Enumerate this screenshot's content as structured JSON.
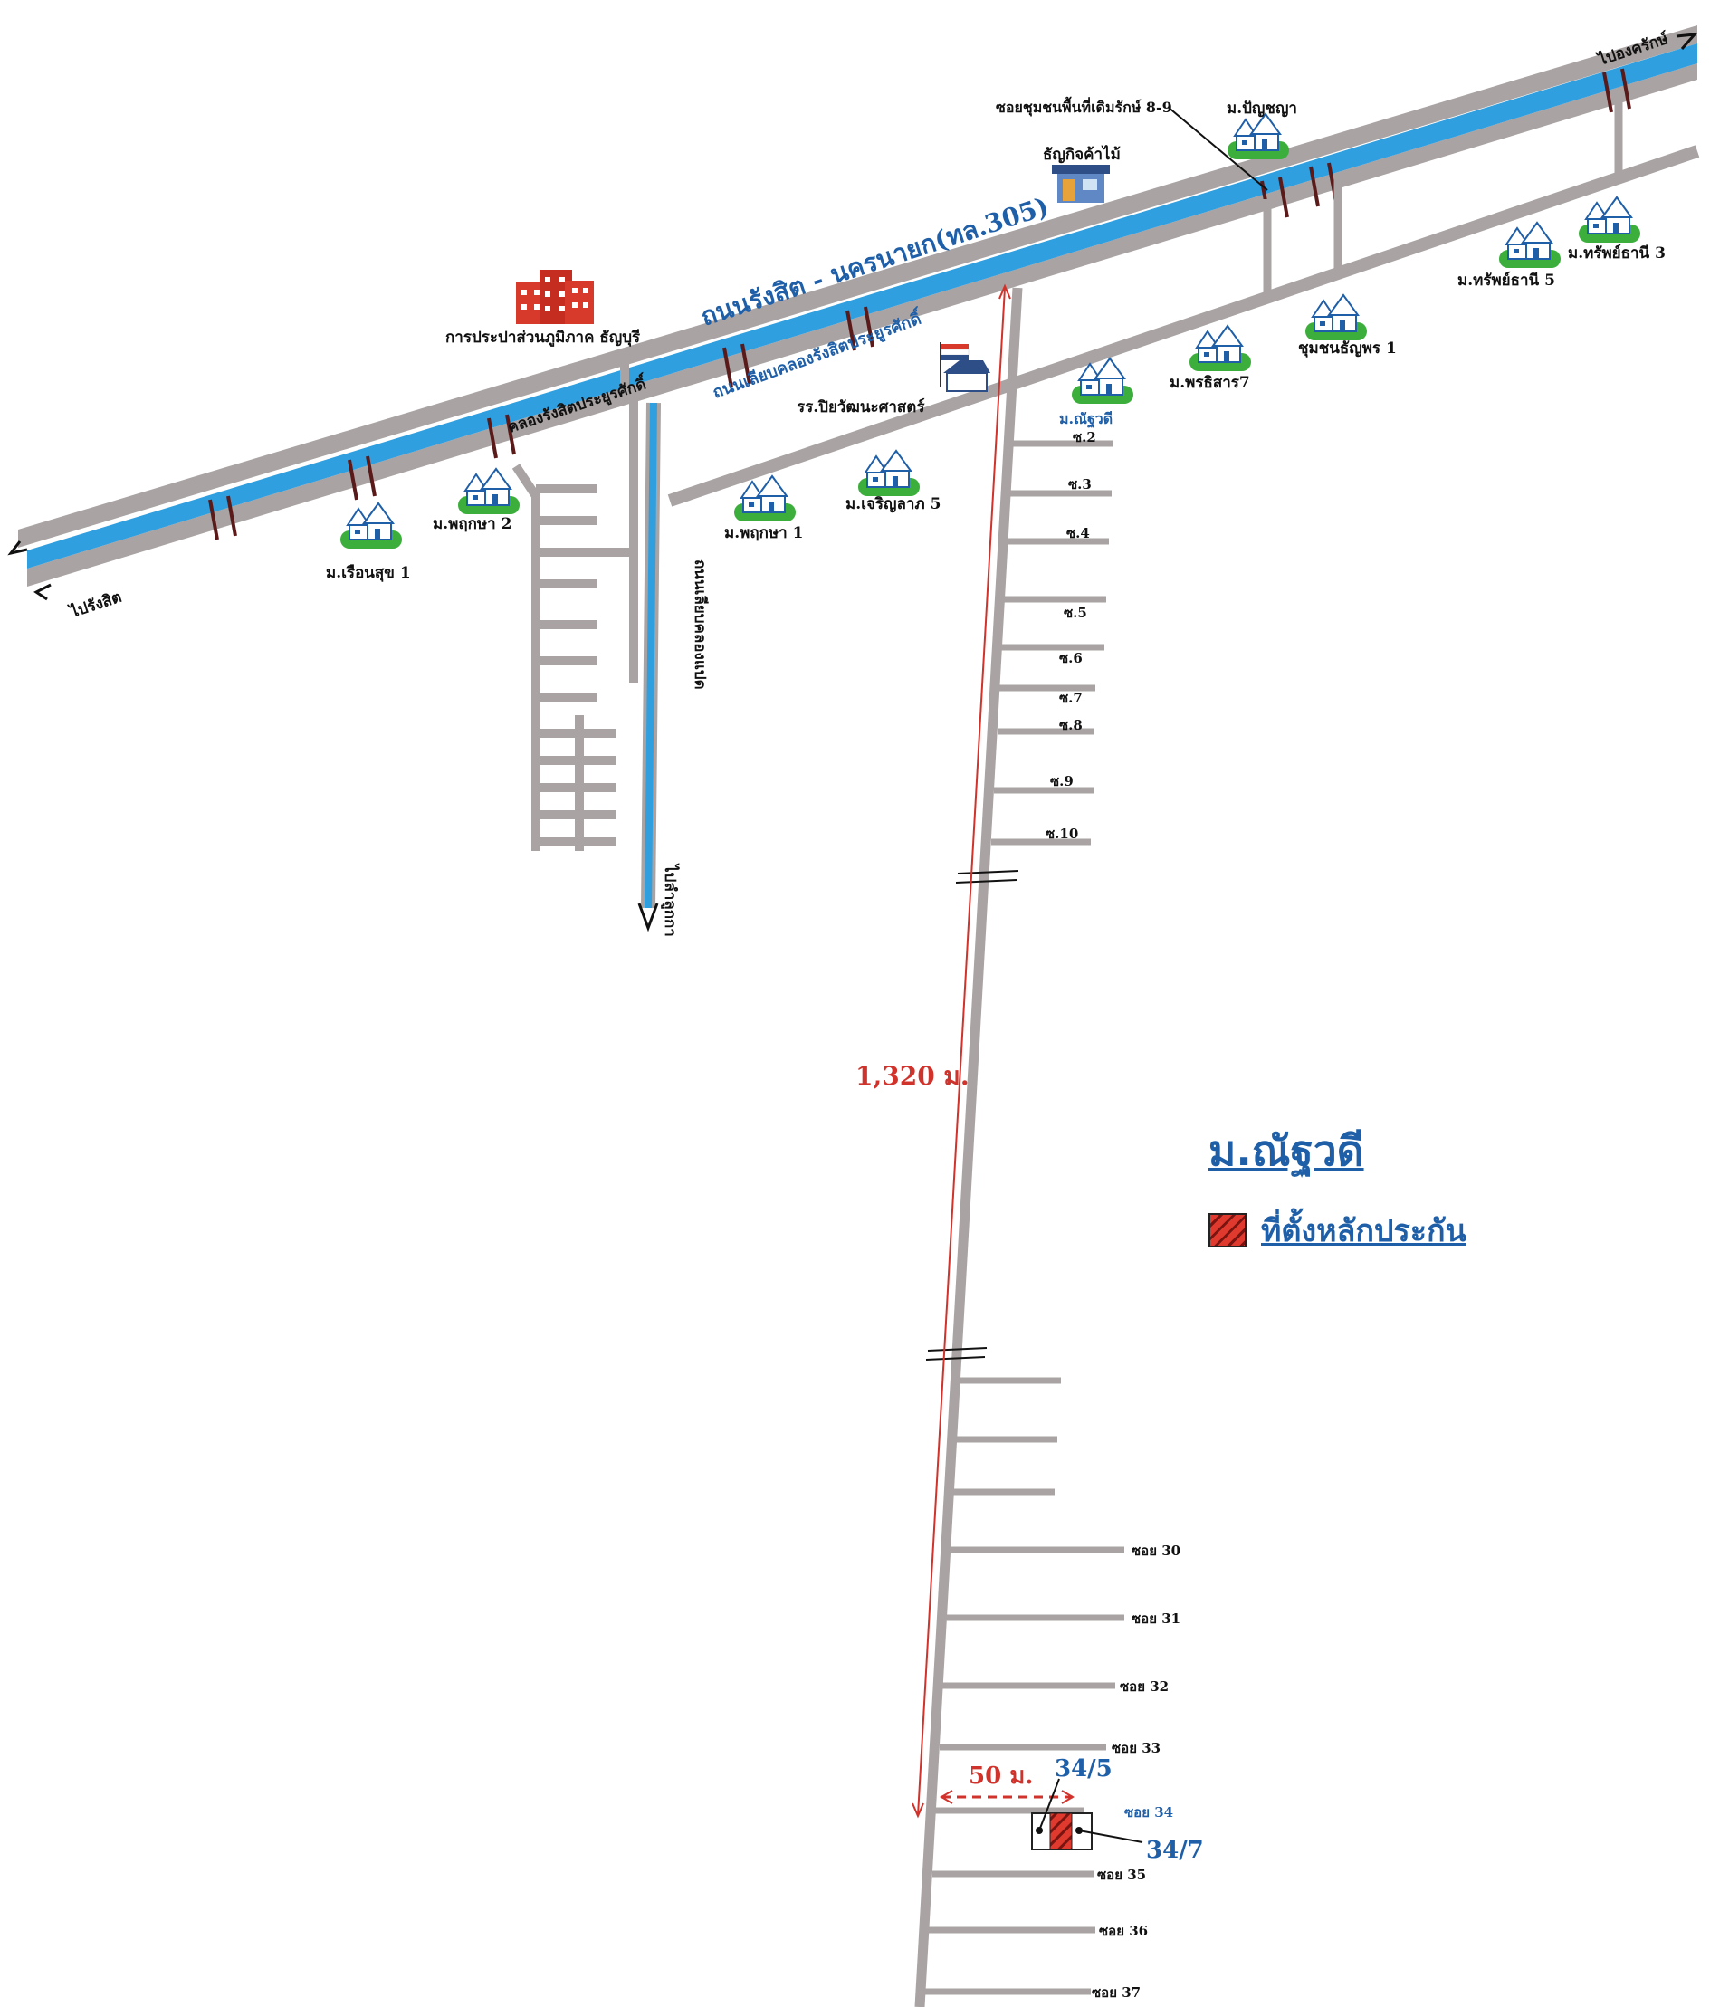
{
  "roads": {
    "main_highway": "ถนนรังสิต - นครนายก(ทล.305)",
    "canal": "คลองรังสิตประยูรศักดิ์",
    "canal_side_road": "ถนนเลียบคลองรังสิตประยูรศักดิ์",
    "canal8_road": "ถนนเลียบคลองแปด"
  },
  "directions": {
    "to_rangsit": "ไปรังสิต",
    "to_ongkharak": "ไปองครักษ์",
    "to_lam_luk_ka": "ไปลำลูกกา"
  },
  "places": {
    "pwa": "การประปาส่วนภูมิภาค ธัญบุรี",
    "shop": "ธัญกิจค้าไม้",
    "school": "รร.ปิยวัฒนะศาสตร์",
    "soi_junction": "ซอยชุมชนพื้นที่เดิมรักษ์ 8-9"
  },
  "villages": [
    "ม.เรือนสุข 1",
    "ม.พฤกษา 2",
    "ม.พฤกษา 1",
    "ม.เจริญลาภ 5",
    "ม.ณัฐวดี",
    "ม.พรธิสาร7",
    "ชุมชนธัญพร 1",
    "ม.ทรัพย์ธานี 5",
    "ม.ทรัพย์ธานี 3",
    "ม.ปัญชญา"
  ],
  "sois_upper": [
    "ซ.2",
    "ซ.3",
    "ซ.4",
    "ซ.5",
    "ซ.6",
    "ซ.7",
    "ซ.8",
    "ซ.9",
    "ซ.10"
  ],
  "sois_lower": [
    "ซอย 30",
    "ซอย 31",
    "ซอย 32",
    "ซอย 33",
    "ซอย 34",
    "ซอย 35",
    "ซอย 36",
    "ซอย 37"
  ],
  "distances": {
    "main": "1,320 ม.",
    "soi": "50 ม."
  },
  "plots": {
    "left": "34/5",
    "right": "34/7"
  },
  "legend": {
    "title": "ม.ณัฐวดี",
    "collateral": "ที่ตั้งหลักประกัน"
  },
  "colors": {
    "road": "#a9a3a3",
    "canal": "#2f9fe0",
    "bridge": "#5a1a1a",
    "village_green": "#3cae3c",
    "label_blue": "#1f5fa8",
    "measure_red": "#d0332b",
    "plot_red": "#e03a2e"
  }
}
